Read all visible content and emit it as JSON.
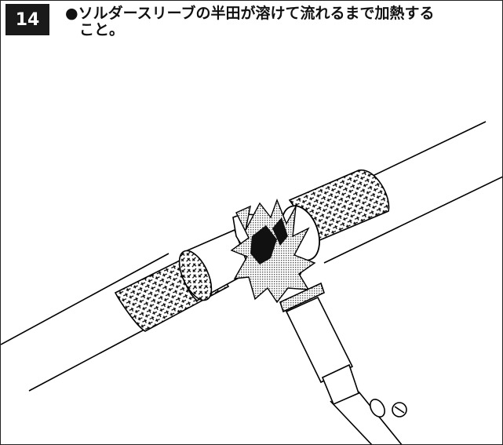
{
  "step": {
    "number": "14",
    "instruction_line1": "●ソルダースリーブの半田が溶けて流れるまで加熱する",
    "instruction_line2": "こと。"
  },
  "illustration": {
    "subject": "heat-gun-heating-solder-sleeve-on-cable",
    "ink_color": "#000000",
    "paper_color": "#ffffff"
  }
}
